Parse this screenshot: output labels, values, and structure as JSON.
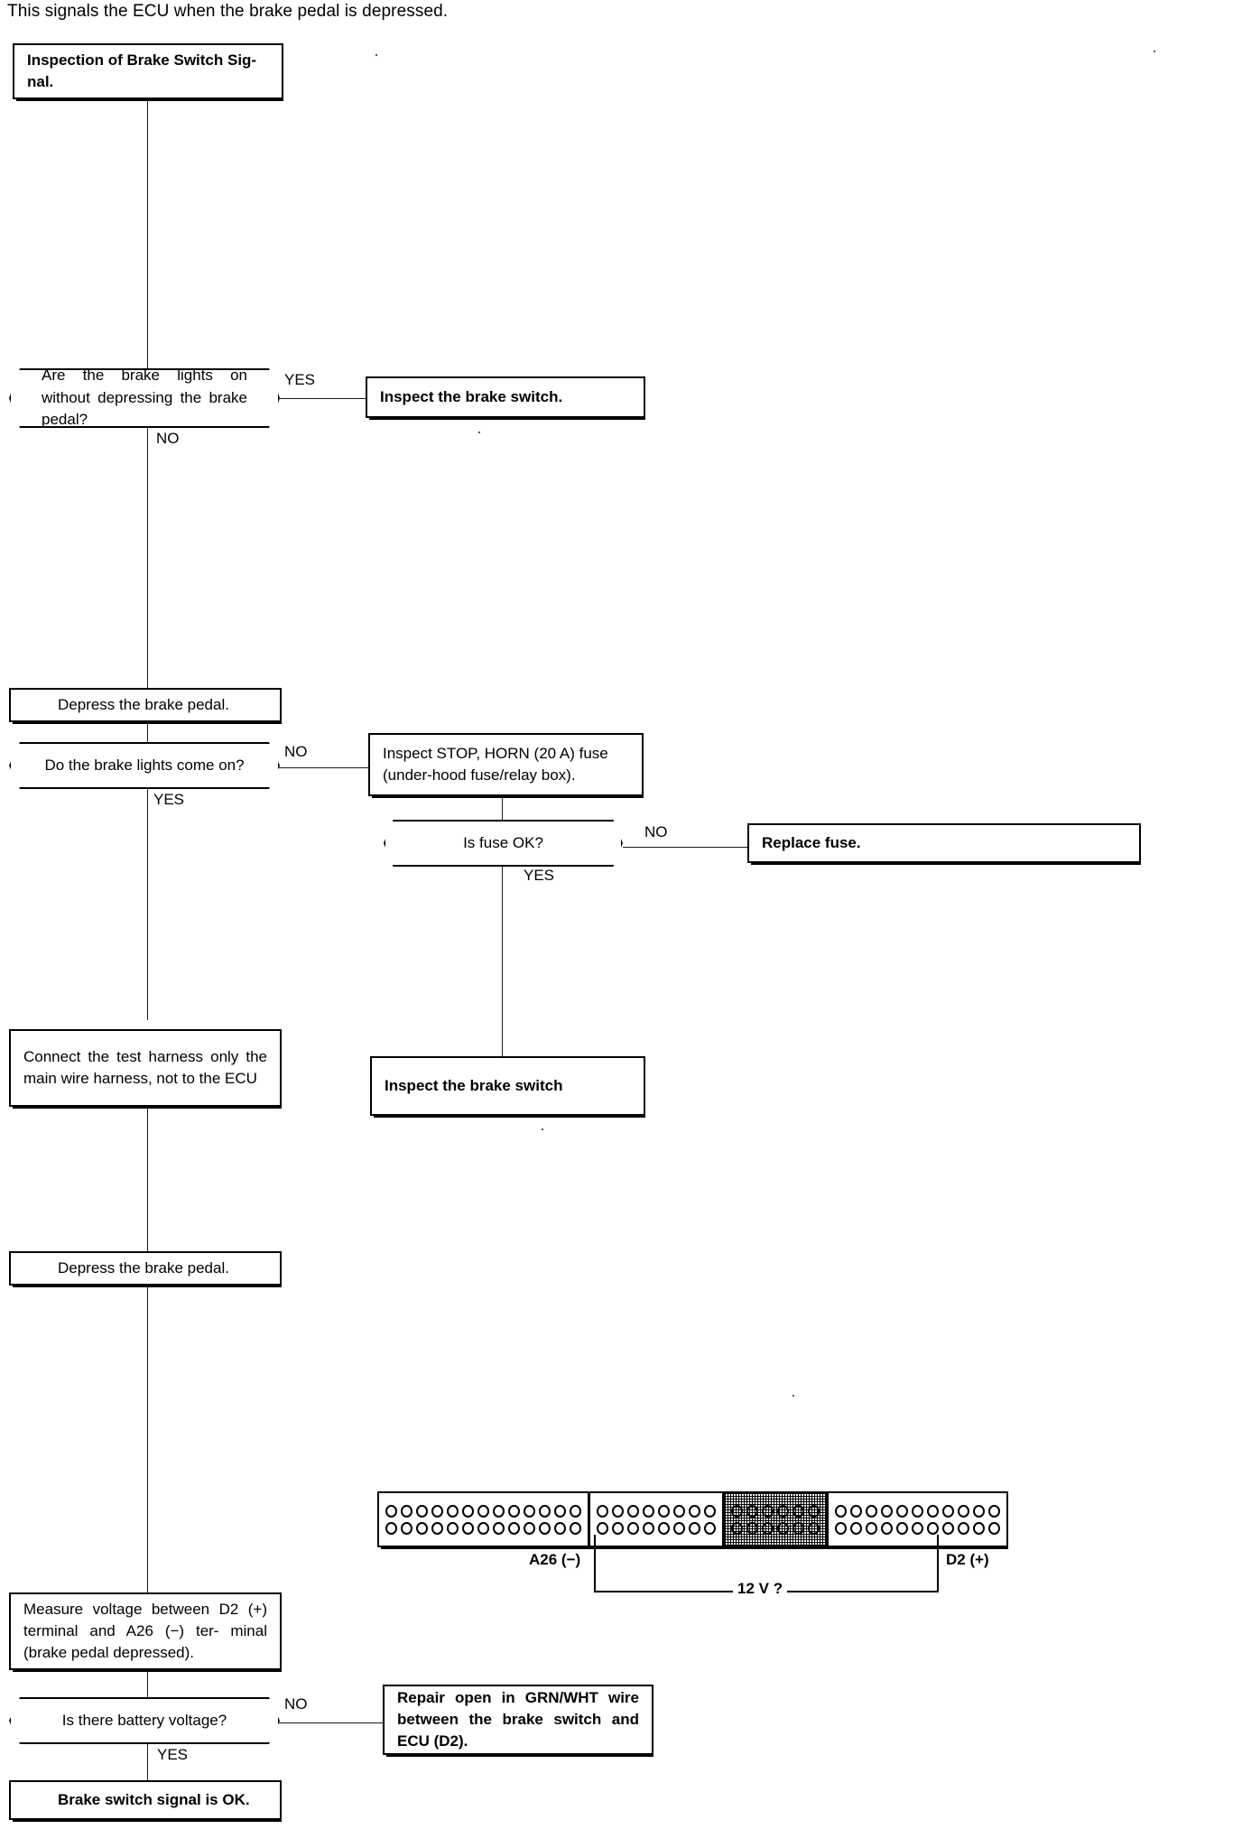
{
  "document": {
    "intro_text": "This signals the ECU when the brake pedal is depressed."
  },
  "flow": {
    "start_box": {
      "label": "Inspection of Brake Switch Sig-\nnal."
    },
    "decision_brake_lights_without_depressing": {
      "label": "Are the brake lights on without depressing the brake pedal?",
      "yes_label": "YES",
      "no_label": "NO"
    },
    "inspect_brake_switch_1": {
      "label": "Inspect the brake switch."
    },
    "depress_brake_pedal_1": {
      "label": "Depress the brake pedal."
    },
    "decision_lights_come_on": {
      "label": "Do the brake lights come on?",
      "no_label": "NO",
      "yes_label": "YES"
    },
    "inspect_fuse": {
      "label": "Inspect STOP, HORN (20 A) fuse (under-hood fuse/relay box)."
    },
    "decision_fuse_ok": {
      "label": "Is fuse OK?",
      "no_label": "NO",
      "yes_label": "YES"
    },
    "replace_fuse": {
      "label": "Replace fuse."
    },
    "inspect_brake_switch_2": {
      "label": "Inspect the brake switch"
    },
    "connect_test_harness": {
      "label": "Connect the test harness only the main wire harness, not to the ECU"
    },
    "depress_brake_pedal_2": {
      "label": "Depress the brake pedal."
    },
    "measure_voltage": {
      "label": "Measure voltage between D2 (+) terminal and A26 (−) ter- minal (brake pedal depressed)."
    },
    "decision_battery_voltage": {
      "label": "Is there battery voltage?",
      "no_label": "NO",
      "yes_label": "YES"
    },
    "repair_open_wire": {
      "label": "Repair open in GRN/WHT wire between the brake switch and ECU (D2)."
    },
    "result_ok": {
      "label": "Brake switch signal is OK."
    }
  },
  "connector_diagram": {
    "name": "ecu-connector-pinout",
    "groups": [
      {
        "id": "group-a",
        "pins_per_row": 13,
        "rows": 2,
        "shaded": false
      },
      {
        "id": "group-b",
        "pins_per_row": 8,
        "rows": 2,
        "shaded": false
      },
      {
        "id": "group-c",
        "pins_per_row": 6,
        "rows": 2,
        "shaded": true
      },
      {
        "id": "group-d",
        "pins_per_row": 11,
        "rows": 2,
        "shaded": false
      }
    ],
    "terminal_negative": "A26 (−)",
    "terminal_positive": "D2 (+)",
    "measurement": "12 V ?"
  },
  "colors": {
    "ink": "#000000",
    "paper": "#ffffff"
  }
}
